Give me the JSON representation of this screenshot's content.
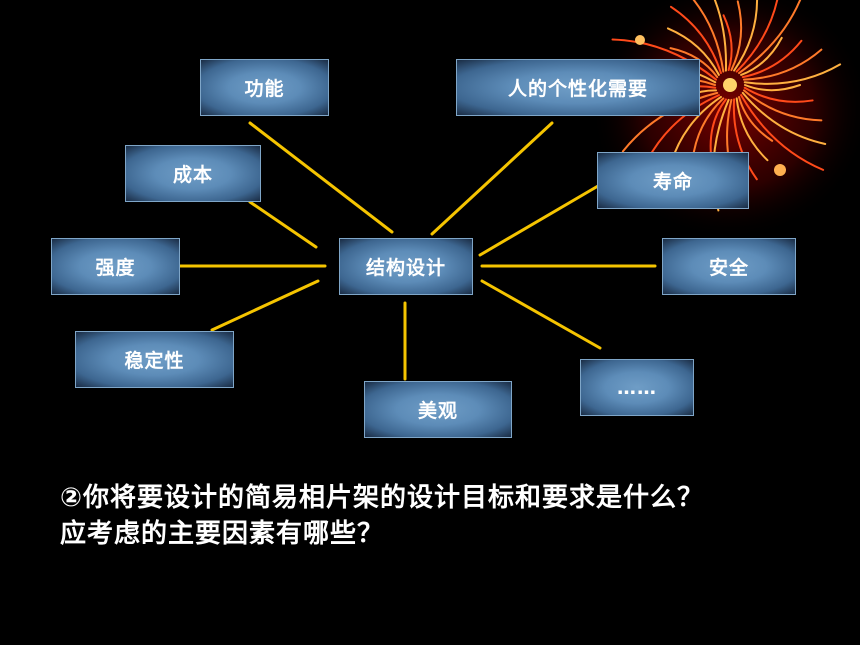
{
  "diagram": {
    "center": "结构设计",
    "nodes": {
      "function": "功能",
      "personal_needs": "人的个性化需要",
      "cost": "成本",
      "lifespan": "寿命",
      "strength": "强度",
      "safety": "安全",
      "stability": "稳定性",
      "appearance": "美观",
      "more": "……"
    },
    "line_color": "#f5c400"
  },
  "question": {
    "line1": "②你将要设计的简易相片架的设计目标和要求是什么？",
    "line2": "应考虑的主要因素有哪些？"
  },
  "colors": {
    "background": "#000000",
    "box_fill": "#5d8cb8",
    "text": "#ffffff"
  }
}
